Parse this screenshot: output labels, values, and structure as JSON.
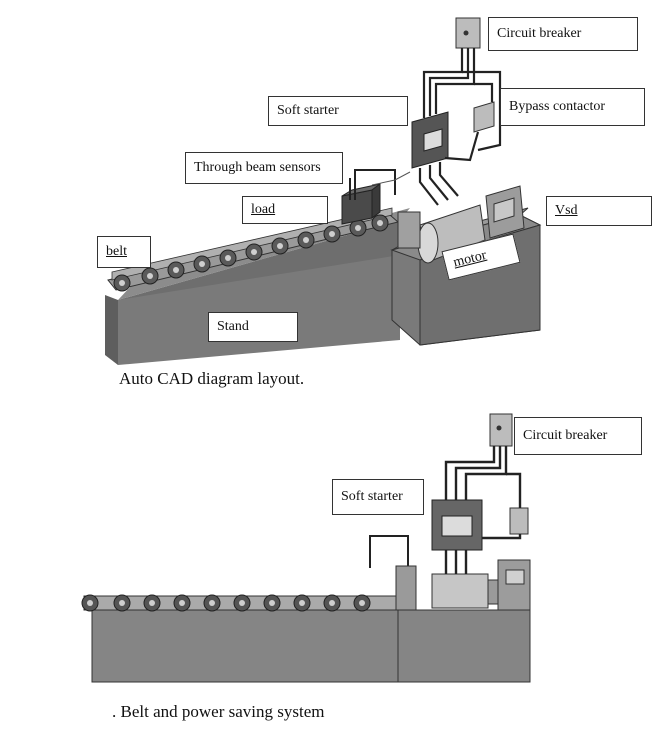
{
  "figure1": {
    "caption": "Auto CAD diagram layout.",
    "labels": {
      "circuit_breaker": "Circuit breaker",
      "soft_starter": "Soft starter",
      "bypass_contactor": "Bypass contactor",
      "through_beam_sensors": "Through beam sensors",
      "load": "load",
      "vsd": "Vsd",
      "belt": "belt",
      "motor": "motor",
      "stand": "Stand"
    }
  },
  "figure2": {
    "caption": ". Belt and power saving system",
    "labels": {
      "circuit_breaker": "Circuit breaker",
      "soft_starter": "Soft starter"
    }
  },
  "colors": {
    "stand_dark": "#6e6e6e",
    "stand_mid": "#8c8c8c",
    "stand_light": "#a8a8a8",
    "roller": "#5a5a5a",
    "cable": "#222222"
  }
}
